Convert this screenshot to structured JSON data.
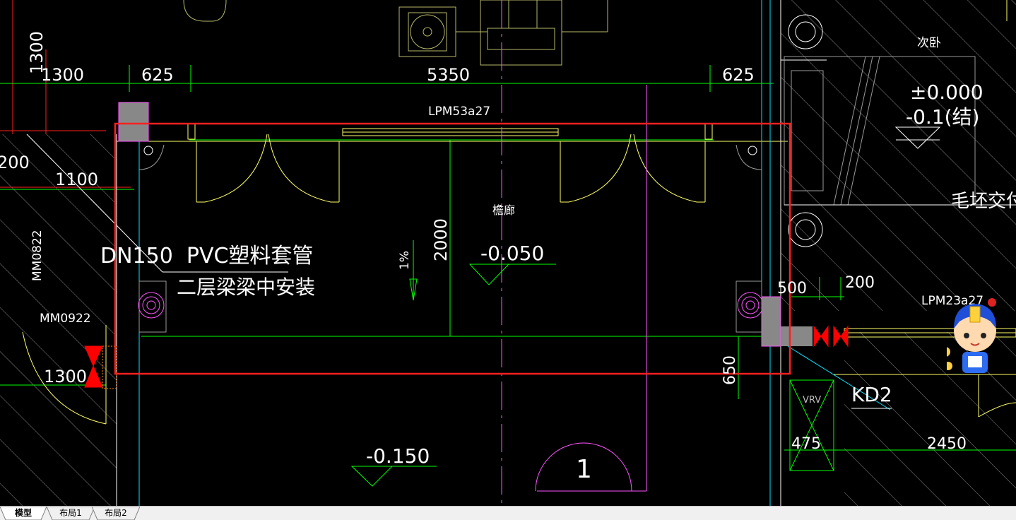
{
  "tabs": [
    {
      "label": "模型",
      "active": true
    },
    {
      "label": "布局1",
      "active": false
    },
    {
      "label": "布局2",
      "active": false
    }
  ],
  "drawing": {
    "dimensions": {
      "d1300_vertical": "1300",
      "d1300_top": "1300",
      "d625_left": "625",
      "d5350": "5350",
      "d625_right": "625",
      "d200_left": "200",
      "d1100": "1100",
      "d2000": "2000",
      "d500": "500",
      "d200_right": "200",
      "d650": "650",
      "d1300_bottom": "1300",
      "d475": "475",
      "d2450": "2450"
    },
    "labels": {
      "bedroom": "次卧",
      "level_pm000": "±0.000",
      "level_structure": "-0.1(结)",
      "rough_delivery": "毛坯交付",
      "corridor": "檐廊",
      "level_050": "-0.050",
      "level_150": "-0.150",
      "slope": "1%",
      "pipe_note_1": "DN150  PVC塑料套管",
      "pipe_note_2": "二层梁梁中安装",
      "window_lpm53": "LPM53a27",
      "window_lpm23": "LPM23a27",
      "door_mm0822": "MM0822",
      "door_mm0922": "MM0922",
      "kd2": "KD2",
      "vrv": "VRV",
      "axis_1": "1"
    }
  },
  "colors": {
    "background": "#000000",
    "selection_red": "#ff2020",
    "cad_yellow": "#ffff66",
    "cad_green": "#00ff00",
    "cad_white": "#ffffff",
    "cad_cyan": "#00e5ff",
    "cad_magenta": "#ff55ff",
    "column_gray": "#888888",
    "hatch_gray": "#8a8a8a"
  }
}
